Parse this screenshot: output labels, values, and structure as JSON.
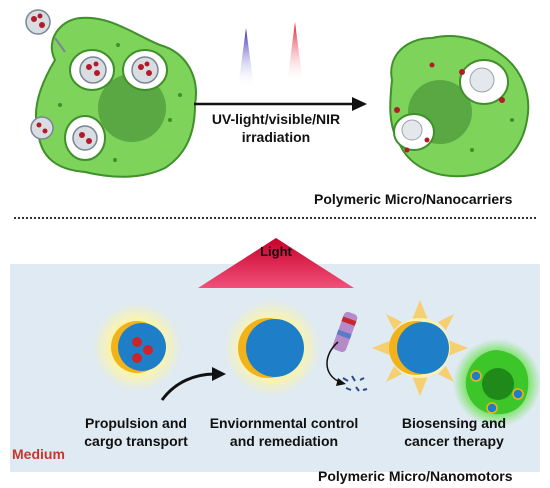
{
  "top": {
    "arrow_label_line1": "UV-light/visible/NIR",
    "arrow_label_line2": "irradiation",
    "section_label": "Polymeric Micro/Nanocarriers"
  },
  "bottom": {
    "light_label": "Light",
    "medium_label": "Medium",
    "col1_line1": "Propulsion and",
    "col1_line2": "cargo transport",
    "col2_line1": "Enviornmental control",
    "col2_line2": "and remediation",
    "col3_line1": "Biosensing and",
    "col3_line2": "cancer therapy",
    "section_label": "Polymeric Micro/Nanomotors"
  },
  "colors": {
    "cell_green": "#7ed35a",
    "cell_outline": "#3f8f2b",
    "nucleus": "#5aa843",
    "panel_bg": "#dfeaf2",
    "light_red": "#e8163c",
    "medium_red": "#c8372f",
    "motor_blue": "#1e7fc8",
    "motor_gold": "#f2b21a",
    "uv_purple": "#5a2bd6",
    "nir_red": "#e01028"
  }
}
